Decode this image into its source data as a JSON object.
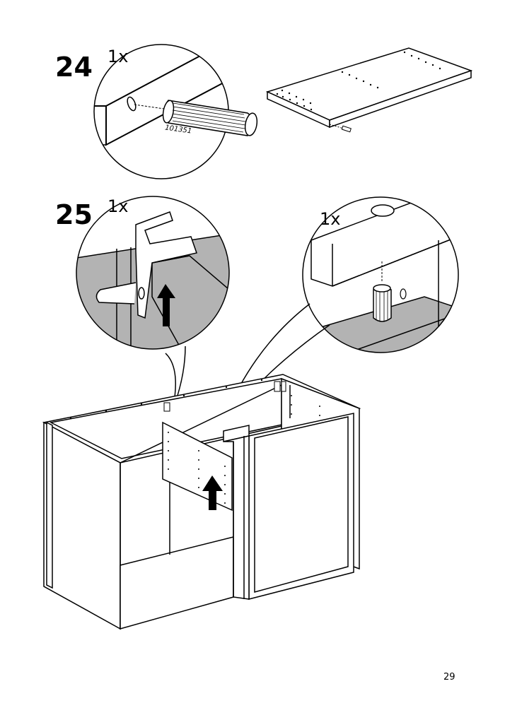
{
  "steps": [
    {
      "number": "24",
      "quantity": "1x",
      "part_number": "101351"
    },
    {
      "number": "25",
      "quantity_left": "1x",
      "quantity_right": "1x"
    }
  ],
  "footer": {
    "page_number": "29"
  },
  "colors": {
    "ink": "#000000",
    "panel_shade": "#b3b3b3",
    "paper": "#ffffff"
  },
  "icons": [
    "arrow-up-icon"
  ]
}
